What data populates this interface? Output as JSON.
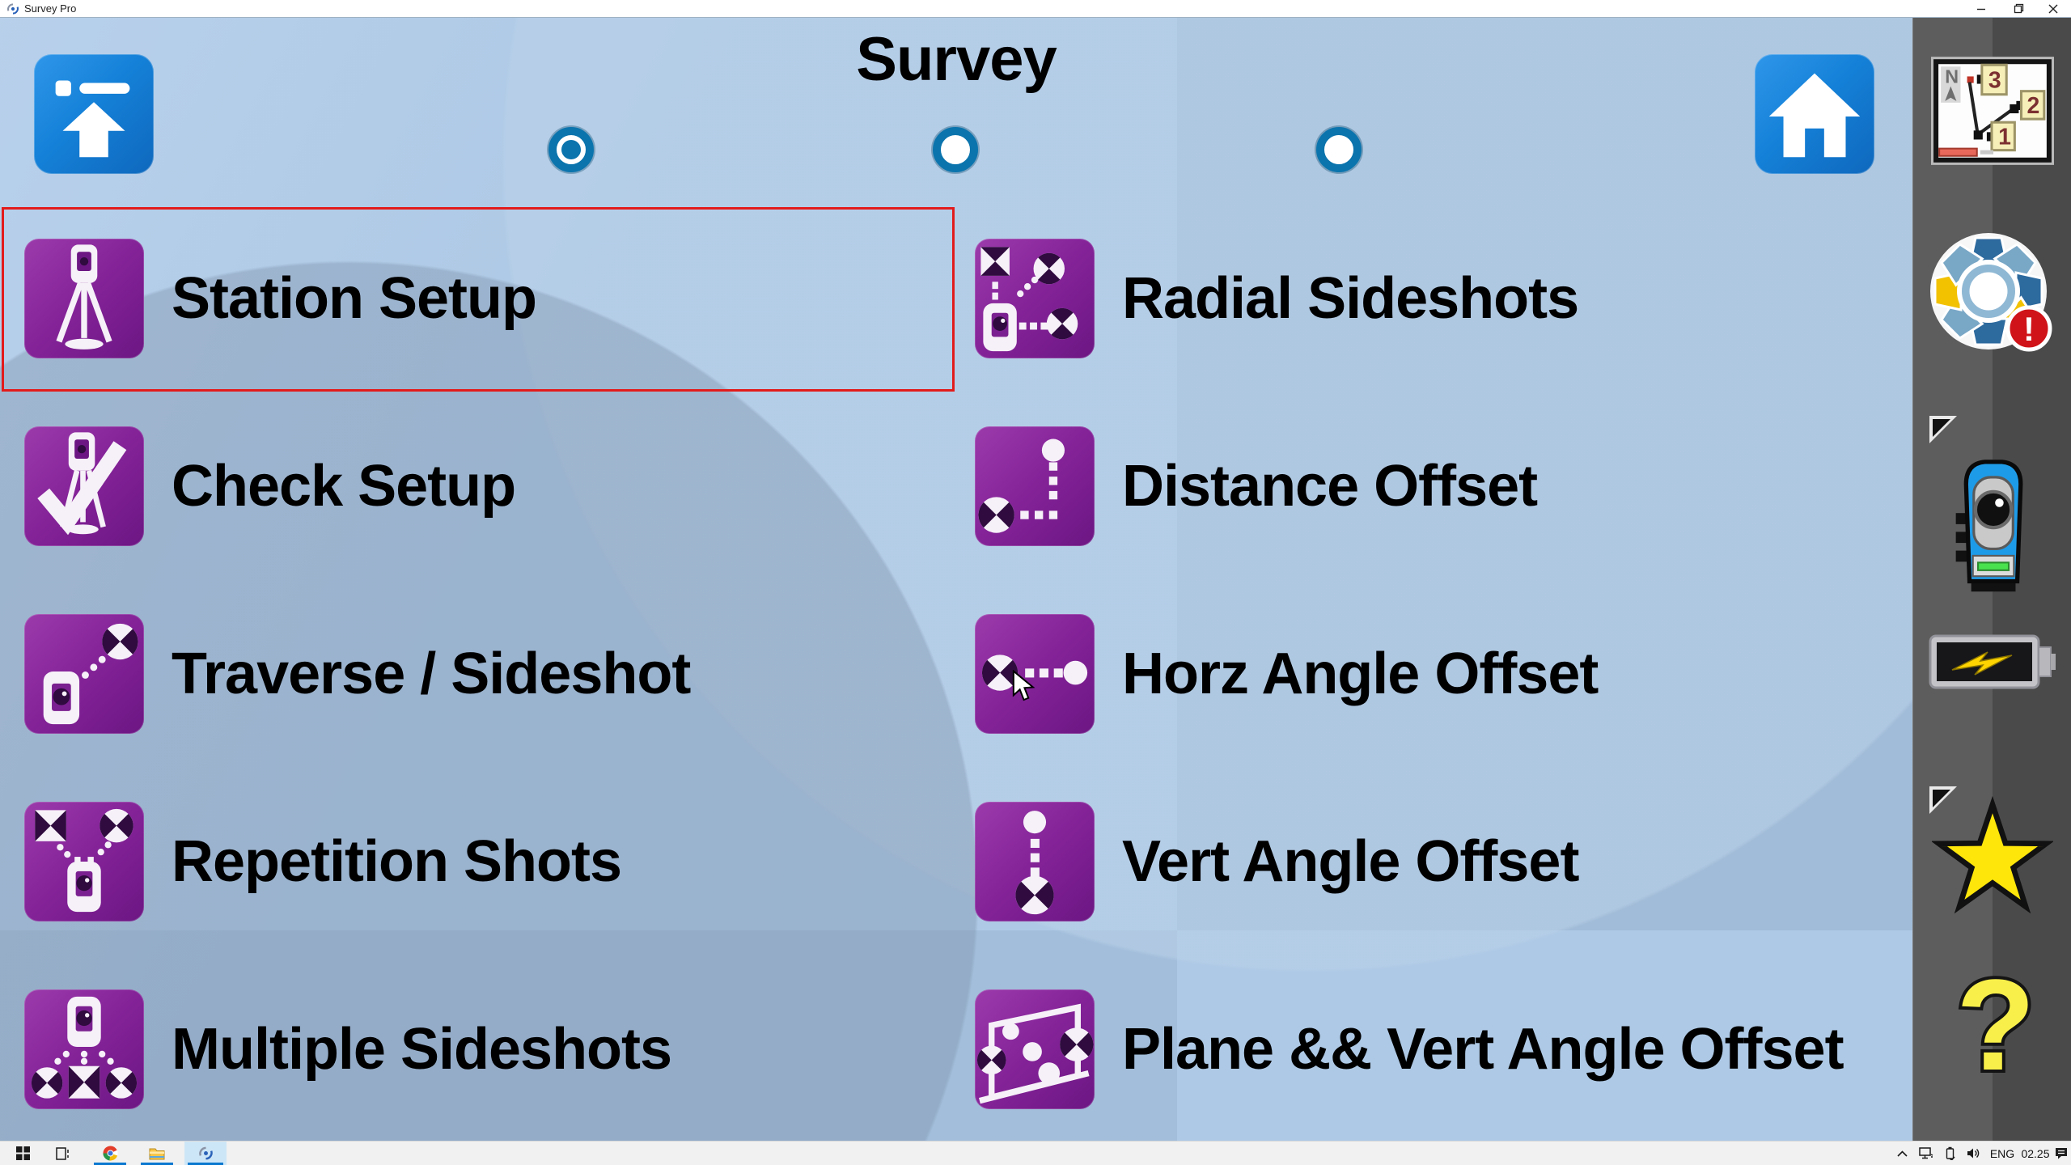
{
  "colors": {
    "content_background": "#a6c4e2",
    "tile_purple": "#86249a",
    "nav_blue": "#1581d8",
    "selection_red": "#e21b1b",
    "pager_dot": "#0b74ad",
    "sidebar_gray": "#555555",
    "taskbar_highlight": "#cde6f7",
    "taskbar_underline": "#0b78d0",
    "alert_red": "#cf1318",
    "star_yellow": "#ffe60a"
  },
  "window": {
    "title": "Survey Pro"
  },
  "header": {
    "title": "Survey",
    "back_icon": "up-level-icon",
    "home_icon": "home-icon",
    "pager": {
      "dot_count": 3,
      "active_index": 0
    }
  },
  "menu": {
    "left": [
      {
        "label": "Station Setup",
        "icon": "station-setup-icon",
        "selected": true
      },
      {
        "label": "Check Setup",
        "icon": "check-setup-icon",
        "selected": false
      },
      {
        "label": "Traverse / Sideshot",
        "icon": "traverse-sideshot-icon",
        "selected": false
      },
      {
        "label": "Repetition Shots",
        "icon": "repetition-shots-icon",
        "selected": false
      },
      {
        "label": "Multiple Sideshots",
        "icon": "multiple-sideshots-icon",
        "selected": false
      }
    ],
    "right": [
      {
        "label": "Radial Sideshots",
        "icon": "radial-sideshots-icon",
        "selected": false
      },
      {
        "label": "Distance Offset",
        "icon": "distance-offset-icon",
        "selected": false
      },
      {
        "label": "Horz Angle Offset",
        "icon": "horz-angle-offset-icon",
        "selected": false
      },
      {
        "label": "Vert Angle Offset",
        "icon": "vert-angle-offset-icon",
        "selected": false
      },
      {
        "label": "Plane && Vert Angle Offset",
        "icon": "plane-vert-angle-offset-icon",
        "selected": false
      }
    ]
  },
  "sidebar": {
    "map_preview": {
      "icon": "map-preview-icon",
      "north": "N",
      "point1": "1",
      "point2": "2",
      "point3": "3"
    },
    "status": {
      "icon": "status-gear-alert-icon",
      "alert": "!"
    },
    "instrument": {
      "icon": "total-station-icon",
      "has_submenu": true
    },
    "battery": {
      "icon": "battery-power-icon"
    },
    "favorites": {
      "icon": "star-icon",
      "has_submenu": true
    },
    "help": {
      "icon": "help-question-icon",
      "glyph": "?"
    }
  },
  "taskbar": {
    "start_icon": "windows-start-icon",
    "task_view_icon": "task-view-icon",
    "apps": [
      {
        "icon": "chrome-icon",
        "running": true,
        "active": false
      },
      {
        "icon": "file-explorer-icon",
        "running": true,
        "active": false
      },
      {
        "icon": "survey-pro-icon",
        "running": true,
        "active": true
      }
    ],
    "tray": {
      "chevron_icon": "tray-expand-icon",
      "network_icon": "network-icon",
      "usb_icon": "usb-device-icon",
      "volume_icon": "speaker-icon",
      "language": "ENG",
      "time": "02.25",
      "notification_icon": "notification-center-icon"
    }
  }
}
